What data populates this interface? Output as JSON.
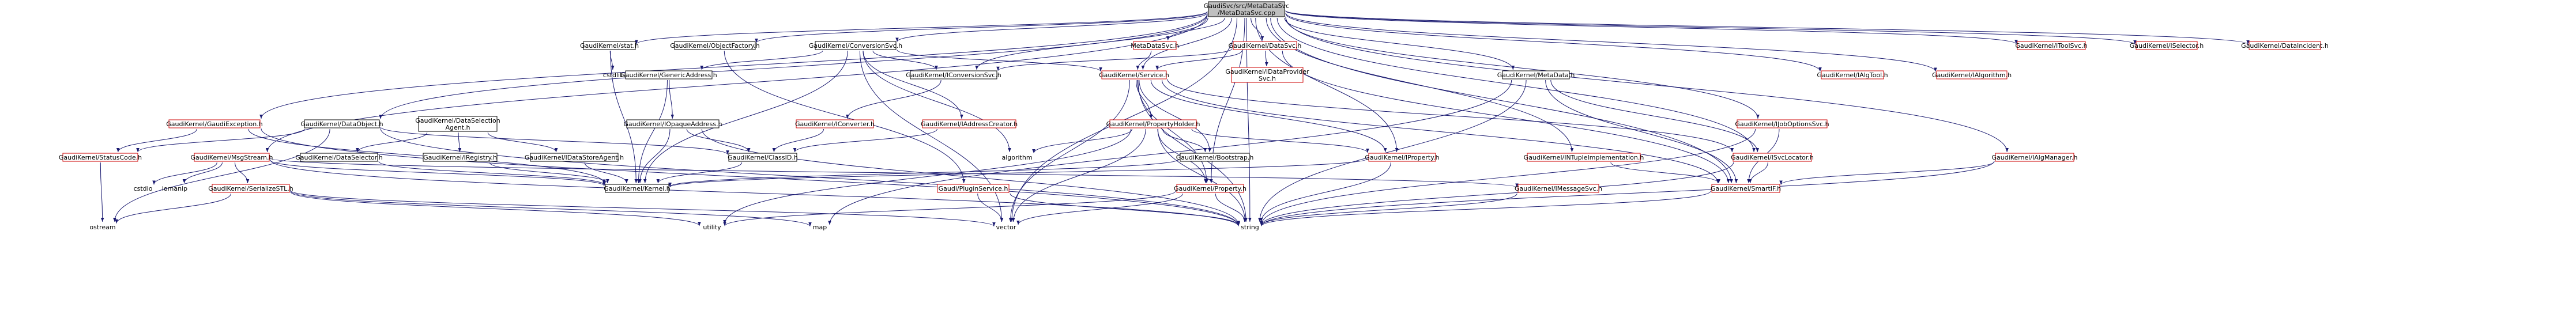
{
  "colors": {
    "edge": "#191970",
    "root_fill": "#bfbfbf",
    "node_border": "#000000",
    "red_border": "#cc0000"
  },
  "nodes": [
    {
      "id": "root",
      "lines": [
        "GaudiSvc/src/MetaDataSvc",
        "/MetaDataSvc.cpp"
      ],
      "style": "root"
    },
    {
      "id": "stdatomic",
      "lines": [
        "GaudiKernel/stat.h"
      ],
      "style": "plain"
    },
    {
      "id": "objfactory",
      "lines": [
        "GaudiKernel/ObjectFactory.h"
      ],
      "style": "plain"
    },
    {
      "id": "convsvc",
      "lines": [
        "GaudiKernel/ConversionSvc.h"
      ],
      "style": "plain"
    },
    {
      "id": "metadatasvc",
      "lines": [
        "MetaDataSvc.h"
      ],
      "style": "red"
    },
    {
      "id": "datasvc",
      "lines": [
        "GaudiKernel/DataSvc.h"
      ],
      "style": "red"
    },
    {
      "id": "itoolsvc",
      "lines": [
        "GaudiKernel/IToolSvc.h"
      ],
      "style": "red"
    },
    {
      "id": "iselector",
      "lines": [
        "GaudiKernel/ISelector.h"
      ],
      "style": "red"
    },
    {
      "id": "datainc",
      "lines": [
        "GaudiKernel/DataIncident.h"
      ],
      "style": "red"
    },
    {
      "id": "cstdlib",
      "lines": [
        "cstdlib"
      ],
      "style": "none"
    },
    {
      "id": "genaddr",
      "lines": [
        "GaudiKernel/GenericAddress.h"
      ],
      "style": "plain"
    },
    {
      "id": "iconvsvc",
      "lines": [
        "GaudiKernel/IConversionSvc.h"
      ],
      "style": "plain"
    },
    {
      "id": "service",
      "lines": [
        "GaudiKernel/Service.h"
      ],
      "style": "red"
    },
    {
      "id": "dataprov",
      "lines": [
        "GaudiKernel/IDataProvider",
        "Svc.h"
      ],
      "style": "red"
    },
    {
      "id": "metadata",
      "lines": [
        "GaudiKernel/MetaData.h"
      ],
      "style": "plain"
    },
    {
      "id": "algtool",
      "lines": [
        "GaudiKernel/IAlgTool.h"
      ],
      "style": "red"
    },
    {
      "id": "ialgorithm",
      "lines": [
        "GaudiKernel/IAlgorithm.h"
      ],
      "style": "red"
    },
    {
      "id": "gaudiexc",
      "lines": [
        "GaudiKernel/GaudiException.h"
      ],
      "style": "red"
    },
    {
      "id": "dataobj",
      "lines": [
        "GaudiKernel/DataObject.h"
      ],
      "style": "plain"
    },
    {
      "id": "dataselagent",
      "lines": [
        "GaudiKernel/DataSelection",
        "Agent.h"
      ],
      "style": "plain"
    },
    {
      "id": "iopaque",
      "lines": [
        "GaudiKernel/IOpaqueAddress.h"
      ],
      "style": "plain"
    },
    {
      "id": "iconverter",
      "lines": [
        "GaudiKernel/IConverter.h"
      ],
      "style": "red"
    },
    {
      "id": "iaddrcreator",
      "lines": [
        "GaudiKernel/IAddressCreator.h"
      ],
      "style": "red"
    },
    {
      "id": "propholder",
      "lines": [
        "GaudiKernel/PropertyHolder.h"
      ],
      "style": "red"
    },
    {
      "id": "joboptsvc",
      "lines": [
        "GaudiKernel/IJobOptionsSvc.h"
      ],
      "style": "red"
    },
    {
      "id": "statuscode",
      "lines": [
        "GaudiKernel/StatusCode.h"
      ],
      "style": "red"
    },
    {
      "id": "msgstream",
      "lines": [
        "GaudiKernel/MsgStream.h"
      ],
      "style": "red"
    },
    {
      "id": "datasel",
      "lines": [
        "GaudiKernel/DataSelector.h"
      ],
      "style": "plain"
    },
    {
      "id": "iregistry",
      "lines": [
        "GaudiKernel/IRegistry.h"
      ],
      "style": "plain"
    },
    {
      "id": "idatastoreagent",
      "lines": [
        "GaudiKernel/IDataStoreAgent.h"
      ],
      "style": "plain"
    },
    {
      "id": "classid",
      "lines": [
        "GaudiKernel/ClassID.h"
      ],
      "style": "plain"
    },
    {
      "id": "algorithm",
      "lines": [
        "algorithm"
      ],
      "style": "none"
    },
    {
      "id": "bootstrap",
      "lines": [
        "GaudiKernel/Bootstrap.h"
      ],
      "style": "plain"
    },
    {
      "id": "iproperty",
      "lines": [
        "GaudiKernel/IProperty.h"
      ],
      "style": "red"
    },
    {
      "id": "intuple",
      "lines": [
        "GaudiKernel/INTupleImplementation.h"
      ],
      "style": "red"
    },
    {
      "id": "isvclocator",
      "lines": [
        "GaudiKernel/ISvcLocator.h"
      ],
      "style": "red"
    },
    {
      "id": "imsgmanager",
      "lines": [
        "GaudiKernel/IAlgManager.h"
      ],
      "style": "red"
    },
    {
      "id": "cstdio",
      "lines": [
        "cstdio"
      ],
      "style": "none"
    },
    {
      "id": "iomanip",
      "lines": [
        "iomanip"
      ],
      "style": "none"
    },
    {
      "id": "serialize",
      "lines": [
        "GaudiKernel/SerializeSTL.h"
      ],
      "style": "red"
    },
    {
      "id": "kernel",
      "lines": [
        "GaudiKernel/Kernel.h"
      ],
      "style": "plain"
    },
    {
      "id": "pluginsvc",
      "lines": [
        "Gaudi/PluginService.h"
      ],
      "style": "red"
    },
    {
      "id": "property",
      "lines": [
        "GaudiKernel/Property.h"
      ],
      "style": "red"
    },
    {
      "id": "imessagesvc",
      "lines": [
        "GaudiKernel/IMessageSvc.h"
      ],
      "style": "red"
    },
    {
      "id": "smartif",
      "lines": [
        "GaudiKernel/SmartIF.h"
      ],
      "style": "red"
    },
    {
      "id": "ostream",
      "lines": [
        "ostream"
      ],
      "style": "none"
    },
    {
      "id": "utility",
      "lines": [
        "utility"
      ],
      "style": "none"
    },
    {
      "id": "map",
      "lines": [
        "map"
      ],
      "style": "none"
    },
    {
      "id": "vector",
      "lines": [
        "vector"
      ],
      "style": "none"
    },
    {
      "id": "string",
      "lines": [
        "string"
      ],
      "style": "none"
    }
  ],
  "edges": [
    [
      "root",
      "stdatomic"
    ],
    [
      "root",
      "objfactory"
    ],
    [
      "root",
      "convsvc"
    ],
    [
      "root",
      "metadatasvc"
    ],
    [
      "root",
      "datasvc"
    ],
    [
      "root",
      "itoolsvc"
    ],
    [
      "root",
      "iselector"
    ],
    [
      "root",
      "datainc"
    ],
    [
      "root",
      "metadata"
    ],
    [
      "root",
      "algtool"
    ],
    [
      "root",
      "ialgorithm"
    ],
    [
      "root",
      "gaudiexc"
    ],
    [
      "root",
      "dataobj"
    ],
    [
      "root",
      "msgstream"
    ],
    [
      "root",
      "iproperty"
    ],
    [
      "root",
      "intuple"
    ],
    [
      "root",
      "joboptsvc"
    ],
    [
      "root",
      "imsgmanager"
    ],
    [
      "root",
      "smartif"
    ],
    [
      "root",
      "iconvsvc"
    ],
    [
      "root",
      "service"
    ],
    [
      "root",
      "string"
    ],
    [
      "root",
      "vector"
    ],
    [
      "root",
      "property"
    ],
    [
      "root",
      "isvclocator"
    ],
    [
      "stdatomic",
      "cstdlib"
    ],
    [
      "stdatomic",
      "kernel"
    ],
    [
      "objfactory",
      "pluginsvc"
    ],
    [
      "convsvc",
      "genaddr"
    ],
    [
      "convsvc",
      "iconvsvc"
    ],
    [
      "convsvc",
      "service"
    ],
    [
      "convsvc",
      "iaddrcreator"
    ],
    [
      "convsvc",
      "kernel"
    ],
    [
      "convsvc",
      "algorithm"
    ],
    [
      "convsvc",
      "vector"
    ],
    [
      "metadatasvc",
      "service"
    ],
    [
      "datasvc",
      "iconvsvc"
    ],
    [
      "datasvc",
      "service"
    ],
    [
      "datasvc",
      "dataprov"
    ],
    [
      "datasvc",
      "smartif"
    ],
    [
      "genaddr",
      "iopaque"
    ],
    [
      "genaddr",
      "kernel"
    ],
    [
      "iconvsvc",
      "iconverter"
    ],
    [
      "service",
      "propholder"
    ],
    [
      "service",
      "iproperty"
    ],
    [
      "service",
      "isvclocator"
    ],
    [
      "service",
      "property"
    ],
    [
      "service",
      "smartif"
    ],
    [
      "service",
      "string"
    ],
    [
      "service",
      "vector"
    ],
    [
      "service",
      "bootstrap"
    ],
    [
      "metadata",
      "isvclocator"
    ],
    [
      "metadata",
      "smartif"
    ],
    [
      "metadata",
      "string"
    ],
    [
      "metadata",
      "map"
    ],
    [
      "gaudiexc",
      "statuscode"
    ],
    [
      "gaudiexc",
      "kernel"
    ],
    [
      "gaudiexc",
      "string"
    ],
    [
      "dataobj",
      "classid"
    ],
    [
      "dataobj",
      "statuscode"
    ],
    [
      "dataobj",
      "string"
    ],
    [
      "dataobj",
      "ostream"
    ],
    [
      "dataselagent",
      "datasel"
    ],
    [
      "dataselagent",
      "iregistry"
    ],
    [
      "dataselagent",
      "idatastoreagent"
    ],
    [
      "iopaque",
      "classid"
    ],
    [
      "iopaque",
      "kernel"
    ],
    [
      "iopaque",
      "string"
    ],
    [
      "iconverter",
      "classid"
    ],
    [
      "iaddrcreator",
      "classid"
    ],
    [
      "propholder",
      "iproperty"
    ],
    [
      "propholder",
      "property"
    ],
    [
      "propholder",
      "bootstrap"
    ],
    [
      "propholder",
      "algorithm"
    ],
    [
      "propholder",
      "string"
    ],
    [
      "propholder",
      "vector"
    ],
    [
      "propholder",
      "utility"
    ],
    [
      "joboptsvc",
      "smartif"
    ],
    [
      "joboptsvc",
      "string"
    ],
    [
      "msgstream",
      "imessagesvc"
    ],
    [
      "msgstream",
      "kernel"
    ],
    [
      "msgstream",
      "serialize"
    ],
    [
      "msgstream",
      "cstdio"
    ],
    [
      "msgstream",
      "iomanip"
    ],
    [
      "msgstream",
      "string"
    ],
    [
      "statuscode",
      "ostream"
    ],
    [
      "datasel",
      "kernel"
    ],
    [
      "iregistry",
      "kernel"
    ],
    [
      "idatastoreagent",
      "kernel"
    ],
    [
      "classid",
      "kernel"
    ],
    [
      "bootstrap",
      "kernel"
    ],
    [
      "iproperty",
      "kernel"
    ],
    [
      "iproperty",
      "string"
    ],
    [
      "intuple",
      "smartif"
    ],
    [
      "isvclocator",
      "smartif"
    ],
    [
      "isvclocator",
      "string"
    ],
    [
      "imsgmanager",
      "smartif"
    ],
    [
      "imsgmanager",
      "string"
    ],
    [
      "serialize",
      "ostream"
    ],
    [
      "serialize",
      "utility"
    ],
    [
      "serialize",
      "map"
    ],
    [
      "serialize",
      "vector"
    ],
    [
      "pluginsvc",
      "string"
    ],
    [
      "pluginsvc",
      "vector"
    ],
    [
      "property",
      "string"
    ],
    [
      "property",
      "vector"
    ],
    [
      "property",
      "utility"
    ],
    [
      "imessagesvc",
      "string"
    ],
    [
      "smartif",
      "string"
    ]
  ]
}
